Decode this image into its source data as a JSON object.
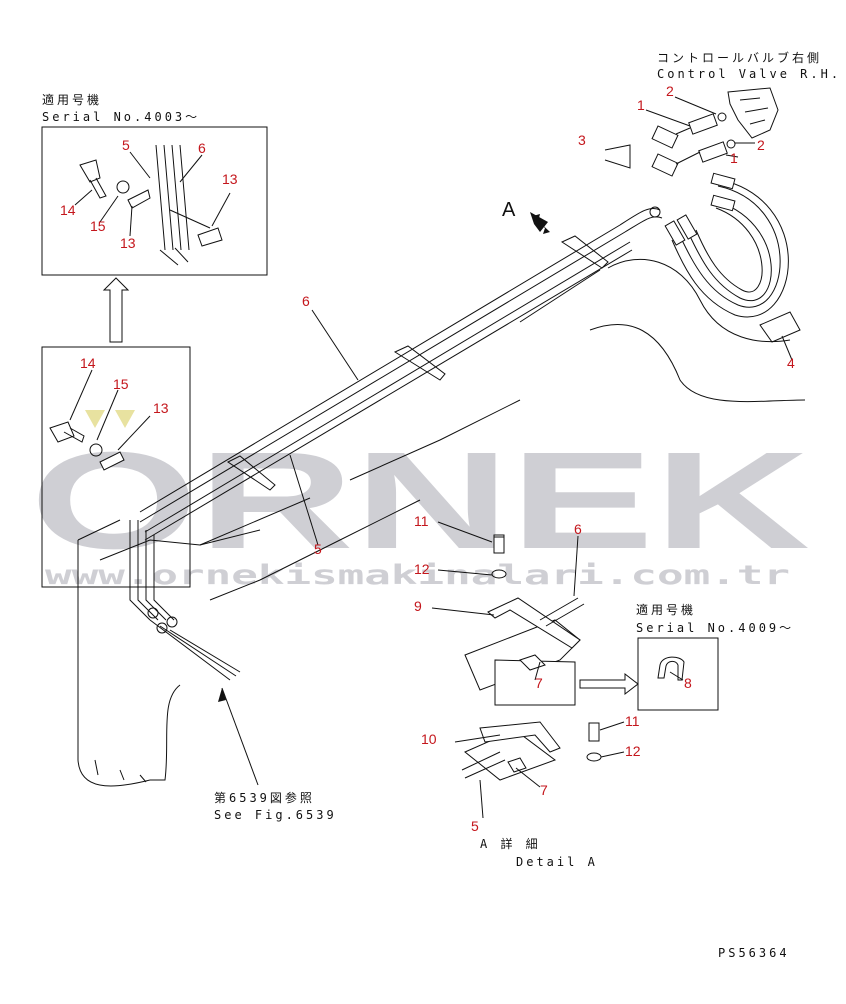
{
  "top_right_note": {
    "jp": "コントロールバルブ右側",
    "en": "Control Valve R.H."
  },
  "inset_top": {
    "jp": "適用号機",
    "serial": "Serial No.4003〜"
  },
  "inset_right": {
    "jp": "適用号機",
    "serial": "Serial No.4009〜"
  },
  "view_marker": "A",
  "see_fig": {
    "jp": "第6539図参照",
    "en": "See Fig.6539"
  },
  "detail": {
    "jp": "A 詳 細",
    "en": "Detail A"
  },
  "drawing_code": "PS56364",
  "watermark": {
    "brand": "ORNEK",
    "url": "www.ornekismakinalari.com.tr"
  },
  "parts": {
    "p1a": "1",
    "p1b": "1",
    "p2a": "2",
    "p2b": "2",
    "p3": "3",
    "p4": "4",
    "p5_main": "5",
    "p6_main": "6",
    "p5_inset": "5",
    "p6_inset": "6",
    "p13_inset_a": "13",
    "p13_inset_b": "13",
    "p14_inset": "14",
    "p15_inset": "15",
    "p14_left": "14",
    "p15_left": "15",
    "p13_left": "13",
    "p11a": "11",
    "p12a": "12",
    "p9": "9",
    "p6_detail": "6",
    "p7a": "7",
    "p8": "8",
    "p10": "10",
    "p11b": "11",
    "p12b": "12",
    "p7b": "7",
    "p5_detail": "5"
  },
  "colors": {
    "label_red": "#c4161c",
    "line": "#111111",
    "watermark": "#cfcfd4"
  }
}
